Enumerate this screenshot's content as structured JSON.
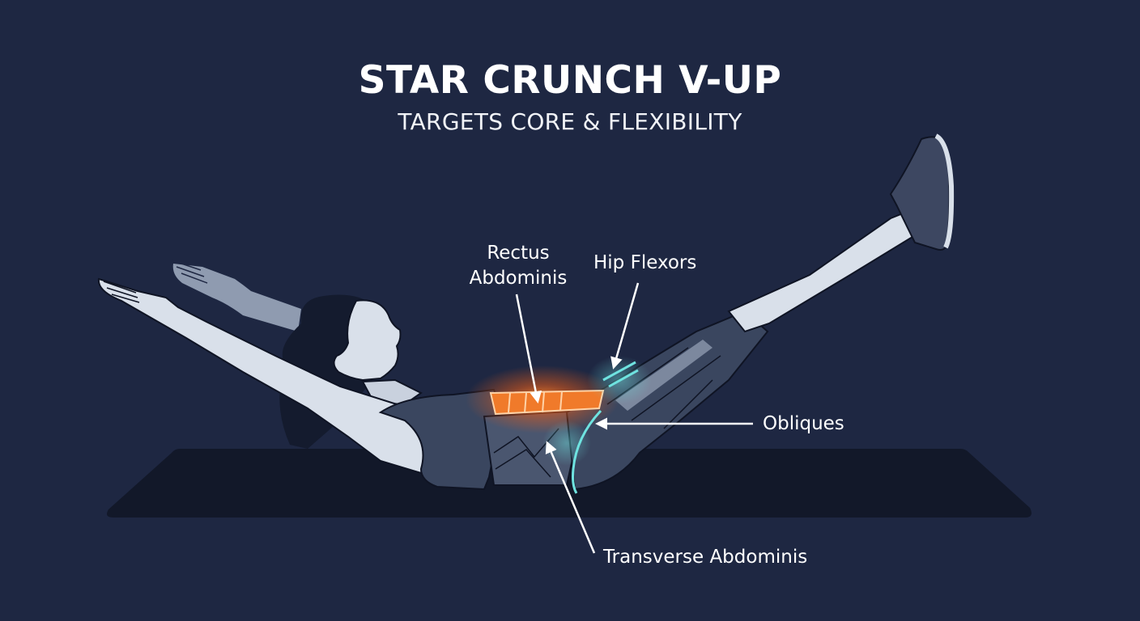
{
  "header": {
    "title": "STAR CRUNCH V-UP",
    "subtitle": "TARGETS CORE & FLEXIBILITY"
  },
  "colors": {
    "background": "#1e2742",
    "mat": "#121829",
    "skin": "#d9e0ea",
    "skin_shadow": "#9aa6b8",
    "clothing": "#3a465f",
    "hair": "#141b2e",
    "highlight_rectus": "#f07a2a",
    "highlight_teal": "#6fe3e0",
    "text": "#ffffff"
  },
  "labels": [
    {
      "id": "rectus-abdominis",
      "line1": "Rectus",
      "line2": "Abdominis",
      "target": "upper abdomen (orange glow)"
    },
    {
      "id": "hip-flexors",
      "text": "Hip Flexors",
      "target": "front of hip (teal lines)"
    },
    {
      "id": "obliques",
      "text": "Obliques",
      "target": "side of waist"
    },
    {
      "id": "transverse-abdominis",
      "text": "Transverse Abdominis",
      "target": "deep lower abdomen (teal outline)"
    }
  ]
}
